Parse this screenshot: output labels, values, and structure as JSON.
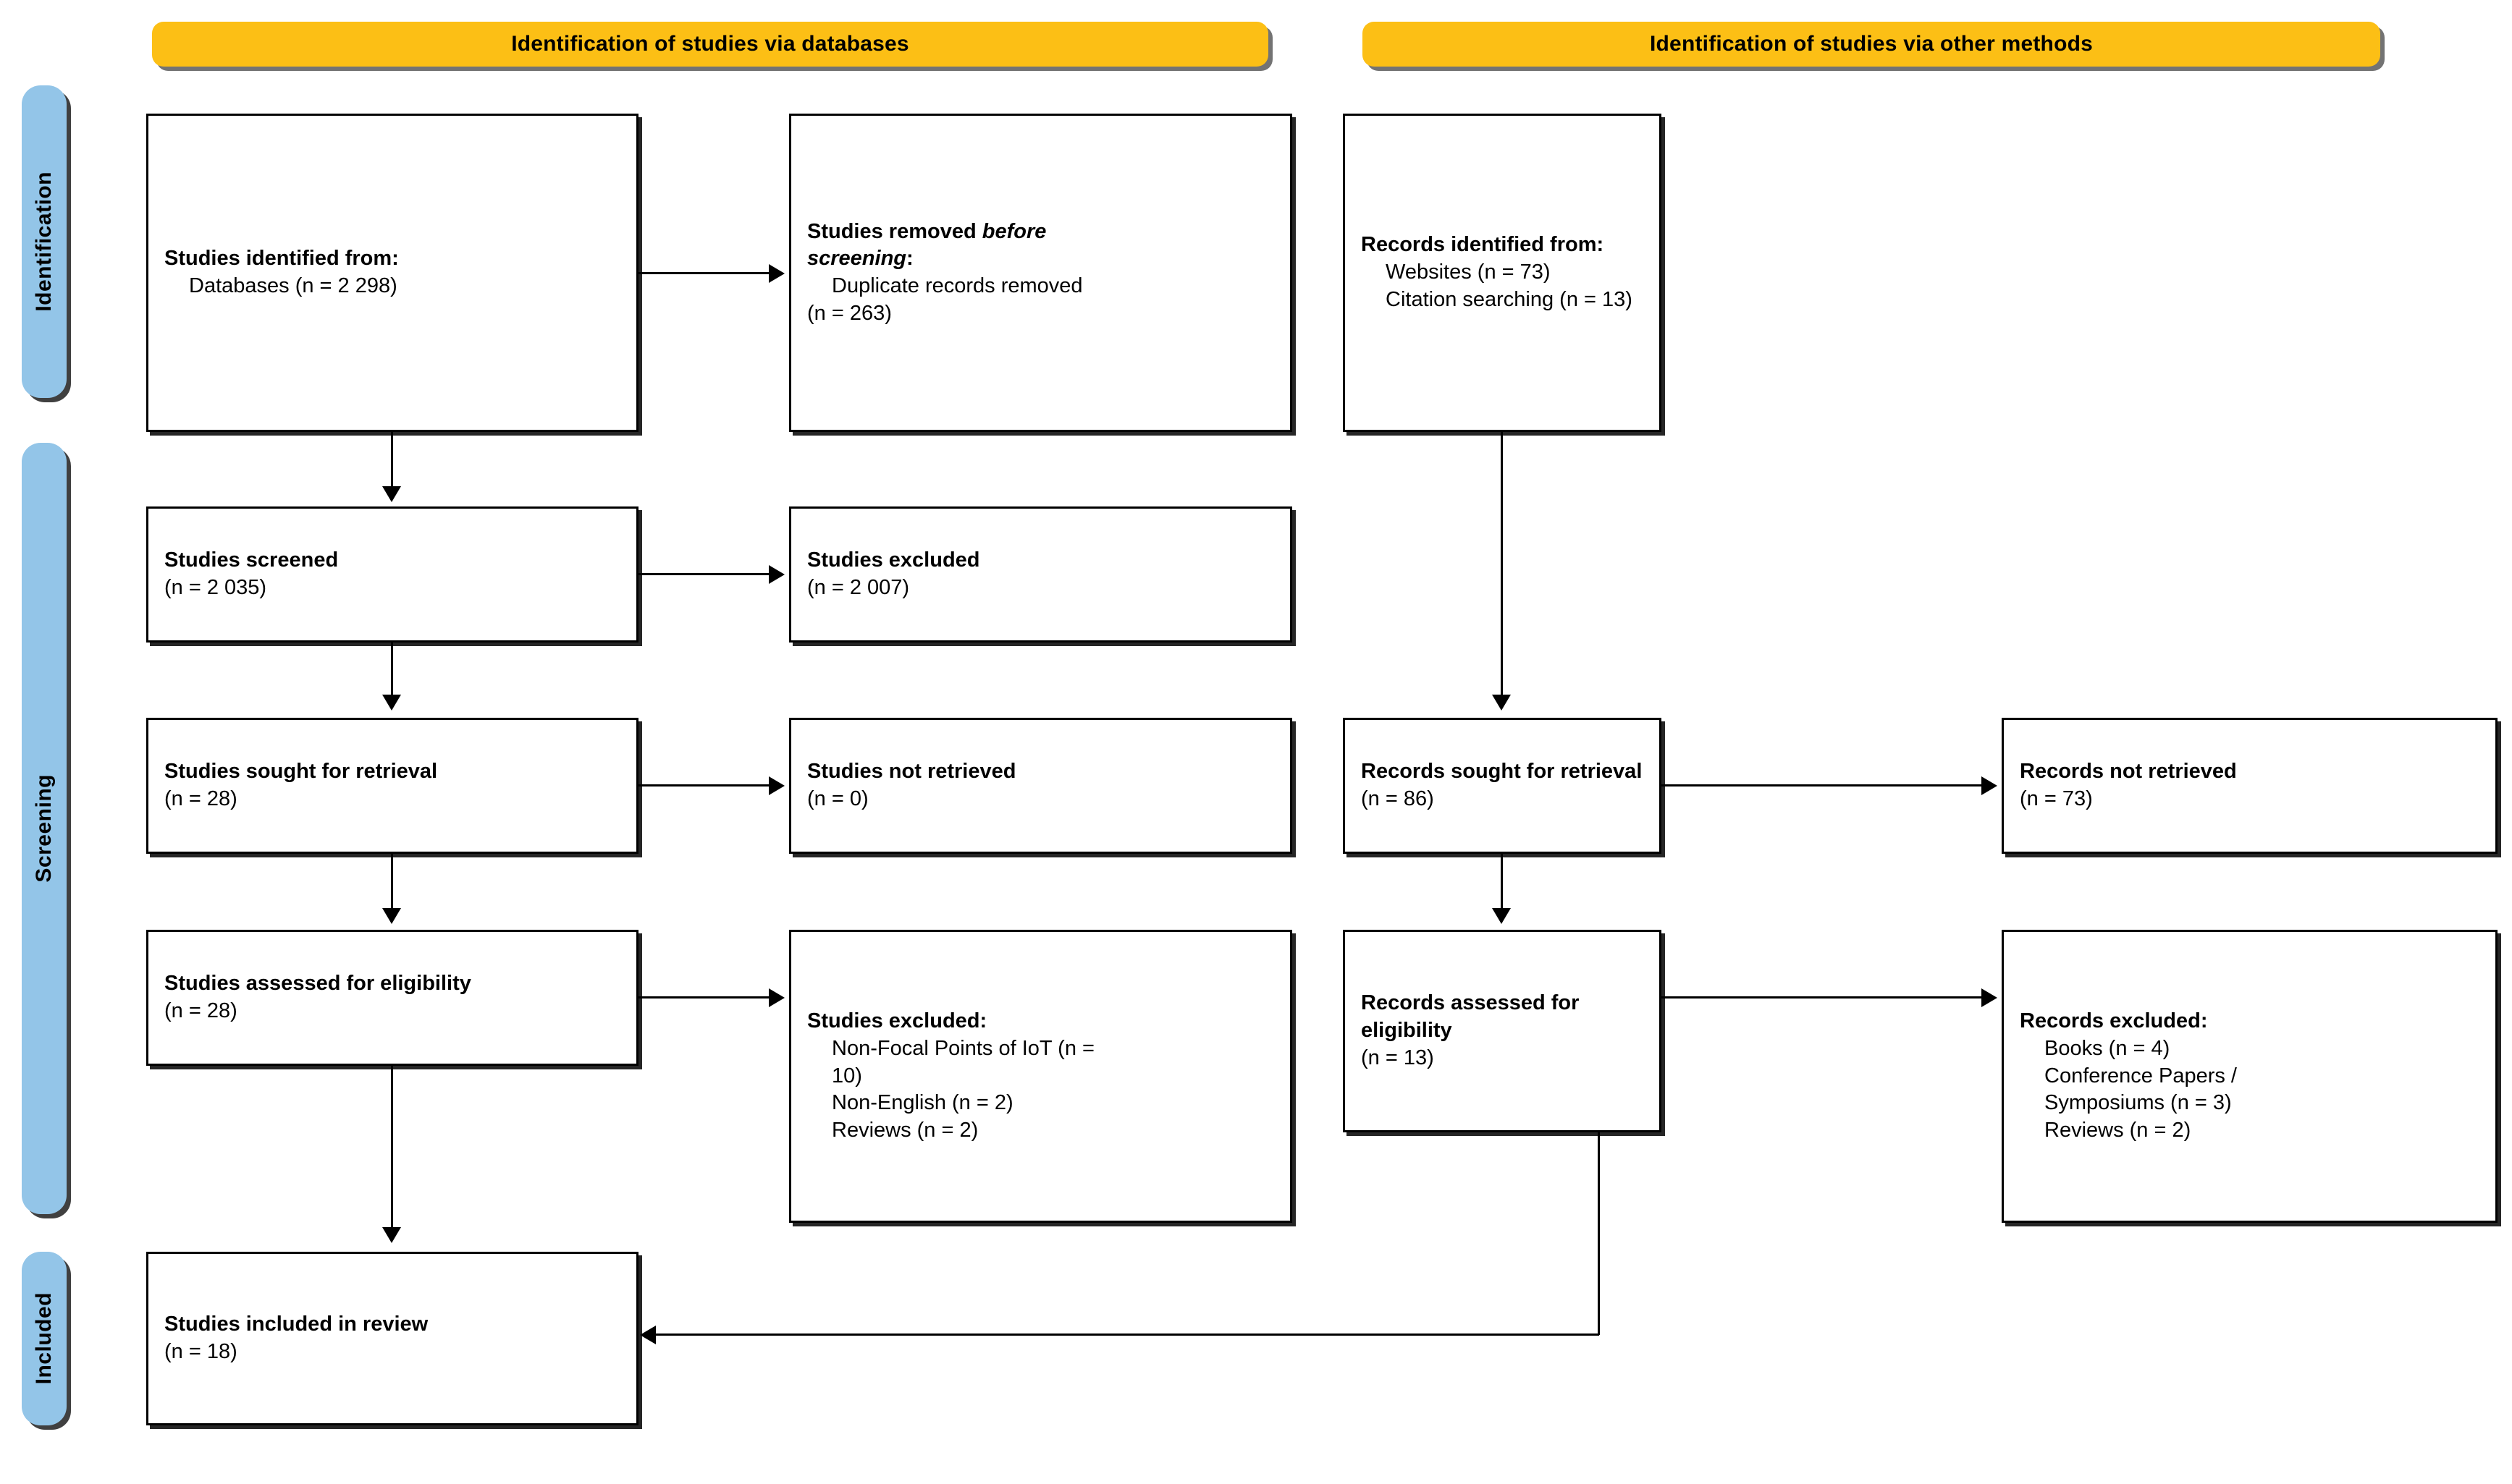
{
  "diagram": {
    "title": "PRISMA 2020 flow diagram",
    "colors": {
      "banner": "#FCBF15",
      "stage_label": "#93C5E8",
      "box_border": "#000000",
      "background": "#FFFFFF"
    }
  },
  "banners": [
    {
      "id": "databases",
      "label": "Identification of studies via databases"
    },
    {
      "id": "other",
      "label": "Identification of studies via other methods"
    }
  ],
  "stages": [
    {
      "id": "identification",
      "label": "Identification"
    },
    {
      "id": "screening",
      "label": "Screening"
    },
    {
      "id": "included",
      "label": "Included"
    }
  ],
  "boxes": {
    "studies_identified": {
      "title": "Studies identified from:",
      "lines": [
        "Databases (n = 2 298)"
      ]
    },
    "studies_removed": {
      "title_a": "Studies removed ",
      "title_em": "before",
      "title_b": "screening",
      "title_c": ":",
      "lines": [
        "Duplicate records removed",
        "(n = 263)"
      ]
    },
    "studies_screened": {
      "title": "Studies screened",
      "count": "(n = 2 035)"
    },
    "studies_excluded_screen": {
      "title": "Studies excluded",
      "count": "(n = 2 007)"
    },
    "studies_sought": {
      "title": "Studies sought for retrieval",
      "count": "(n = 28)"
    },
    "studies_not_retrieved": {
      "title": "Studies not retrieved",
      "count": "(n = 0)"
    },
    "studies_assessed": {
      "title": "Studies assessed for eligibility",
      "count": "(n = 28)"
    },
    "studies_excluded_elig": {
      "title": "Studies excluded:",
      "lines": [
        "Non-Focal Points of IoT (n =",
        "10)",
        "Non-English (n = 2)",
        "Reviews (n = 2)"
      ]
    },
    "studies_included": {
      "title": "Studies included in review",
      "count": "(n = 18)"
    },
    "records_identified": {
      "title": "Records identified from:",
      "lines": [
        "Websites (n = 73)",
        "Citation searching (n = 13)"
      ]
    },
    "records_sought": {
      "title": "Records sought for retrieval",
      "count": "(n = 86)"
    },
    "records_not_retrieved": {
      "title": "Records not retrieved",
      "count": "(n = 73)"
    },
    "records_assessed": {
      "title": "Records assessed for eligibility",
      "count": "(n = 13)"
    },
    "records_excluded": {
      "title": "Records excluded:",
      "lines": [
        "Books (n = 4)",
        "Conference Papers /",
        "Symposiums (n = 3)",
        "Reviews (n = 2)"
      ]
    }
  }
}
